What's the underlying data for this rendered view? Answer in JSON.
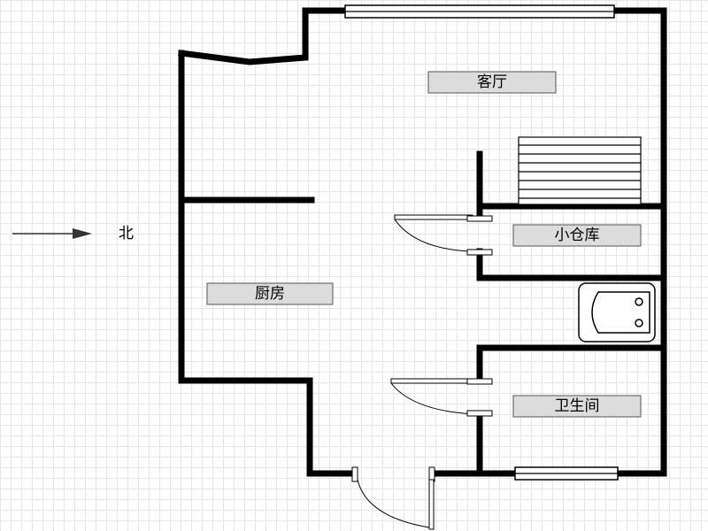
{
  "rooms": {
    "living_room": "客厅",
    "kitchen": "厨房",
    "storage": "小仓库",
    "bathroom": "卫生间"
  },
  "compass": {
    "north_label": "北"
  }
}
